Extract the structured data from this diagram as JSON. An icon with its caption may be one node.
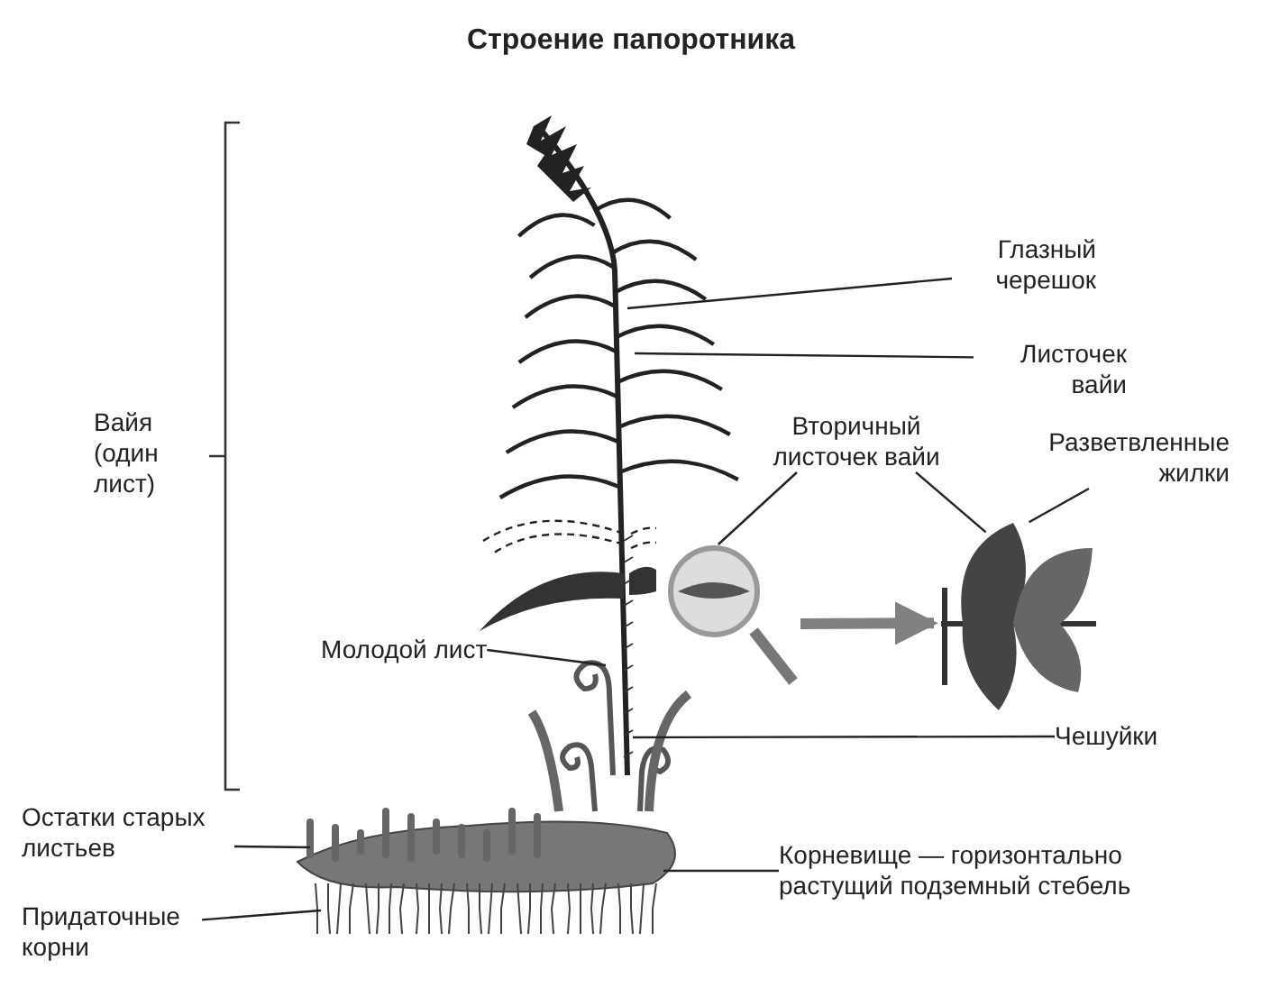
{
  "diagram": {
    "title": "Строение папоротника",
    "nodes": [
      {
        "text": [
          "Глазный черешок"
        ]
      },
      {
        "text": [
          "Листочек вайи"
        ]
      },
      {
        "text": [
          "Вторичный листочек вайи"
        ]
      },
      {
        "text": [
          "Разветвленные жилки"
        ]
      },
      {
        "text": [],
        "shape": "picture"
      },
      {
        "text": [],
        "shape": "picture"
      },
      {
        "text": [
          "Молодой лист"
        ]
      },
      {
        "text": [
          "Чешуйки"
        ]
      },
      {
        "text": [
          "Остатки старых листьев"
        ]
      },
      {
        "text": [
          "Корневище — горизонтально растущий подземный стебель"
        ]
      },
      {
        "text": [
          "Придаточные корни"
        ]
      }
    ],
    "edges": [
      {
        "from": 0,
        "to": null,
        "arrow": "none"
      },
      {
        "from": 1,
        "to": null,
        "arrow": "none"
      },
      {
        "from": 2,
        "to": 4,
        "arrow": "none"
      },
      {
        "from": 2,
        "to": 5,
        "arrow": "none"
      },
      {
        "from": 3,
        "to": 5,
        "arrow": "none"
      },
      {
        "from": 4,
        "to": 5,
        "arrow": "to",
        "style": "thick",
        "color": "#808080"
      },
      {
        "from": 6,
        "to": null,
        "arrow": "none"
      },
      {
        "from": 7,
        "to": null,
        "arrow": "none"
      },
      {
        "from": 8,
        "to": null,
        "arrow": "none"
      },
      {
        "from": 9,
        "to": null,
        "arrow": "none"
      },
      {
        "from": 10,
        "to": null,
        "arrow": "none"
      }
    ],
    "labels": [
      "Вайя (один лист)"
    ]
  }
}
